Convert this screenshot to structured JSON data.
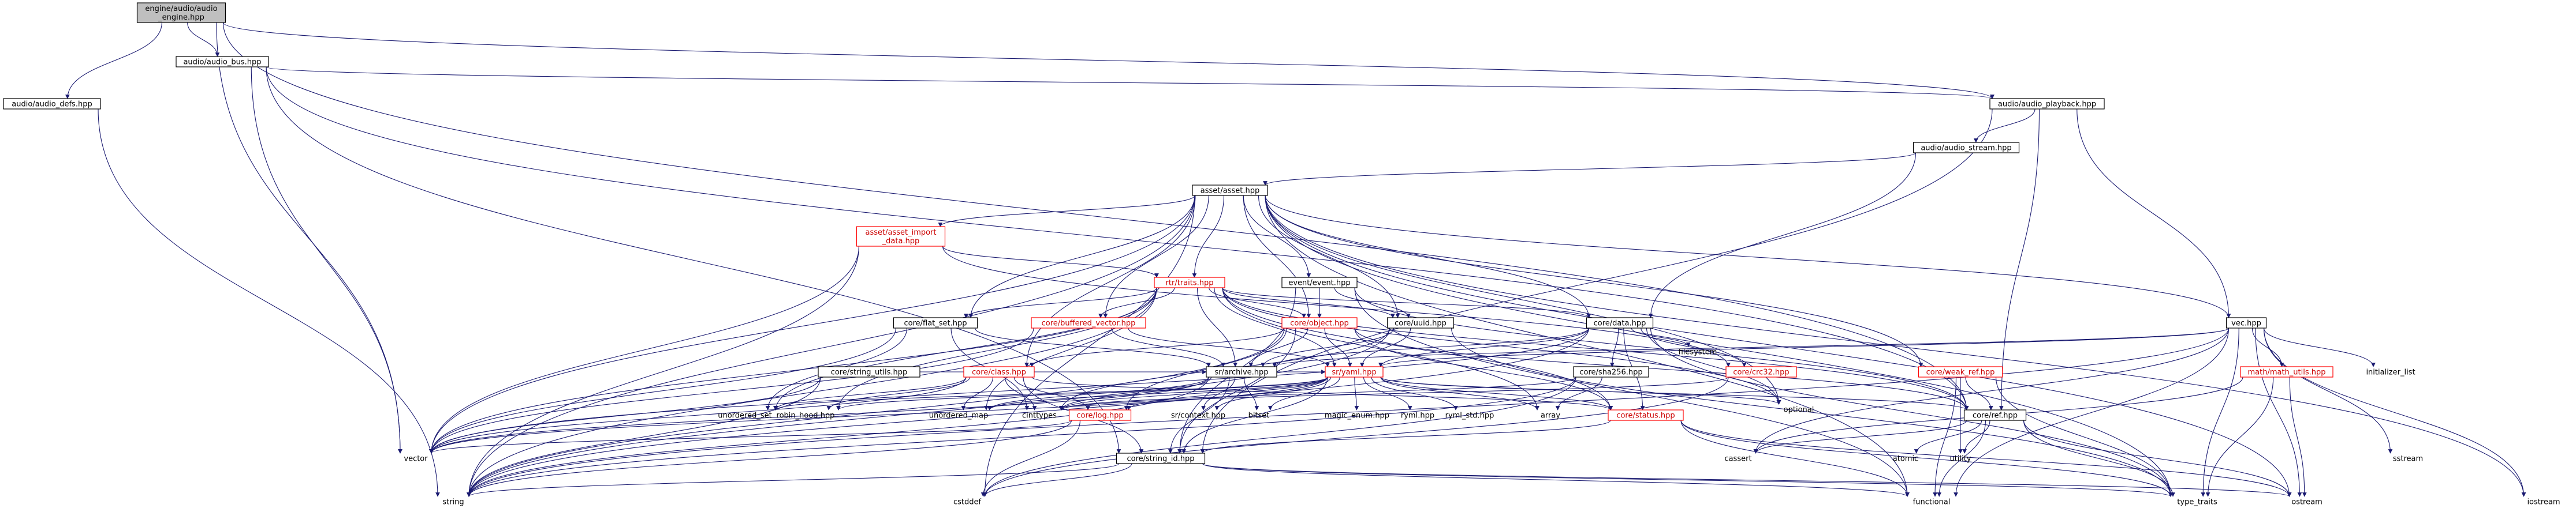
{
  "colors": {
    "edge": "#191970",
    "normal_border": "#000000",
    "normal_fill": "#ffffff",
    "root_fill": "#bfbfbf",
    "trunc_border": "#ff0000",
    "trunc_text": "#cc0000",
    "text": "#000000"
  },
  "nodes": [
    {
      "id": "root",
      "label": "engine/audio/audio\n_engine.hpp",
      "style": "root"
    },
    {
      "id": "defs",
      "label": "audio/audio_defs.hpp",
      "style": "normal"
    },
    {
      "id": "bus",
      "label": "audio/audio_bus.hpp",
      "style": "normal"
    },
    {
      "id": "playback",
      "label": "audio/audio_playback.hpp",
      "style": "normal"
    },
    {
      "id": "stream",
      "label": "audio/audio_stream.hpp",
      "style": "normal"
    },
    {
      "id": "asset",
      "label": "asset/asset.hpp",
      "style": "normal"
    },
    {
      "id": "asset_import",
      "label": "asset/asset_import\n_data.hpp",
      "style": "trunc"
    },
    {
      "id": "traits",
      "label": "rtr/traits.hpp",
      "style": "trunc"
    },
    {
      "id": "event",
      "label": "event/event.hpp",
      "style": "normal"
    },
    {
      "id": "flat_set",
      "label": "core/flat_set.hpp",
      "style": "normal"
    },
    {
      "id": "buffered_vector",
      "label": "core/buffered_vector.hpp",
      "style": "trunc"
    },
    {
      "id": "object",
      "label": "core/object.hpp",
      "style": "trunc"
    },
    {
      "id": "uuid",
      "label": "core/uuid.hpp",
      "style": "normal"
    },
    {
      "id": "data",
      "label": "core/data.hpp",
      "style": "normal"
    },
    {
      "id": "vec",
      "label": "vec.hpp",
      "style": "normal"
    },
    {
      "id": "string_utils",
      "label": "core/string_utils.hpp",
      "style": "normal"
    },
    {
      "id": "class",
      "label": "core/class.hpp",
      "style": "trunc"
    },
    {
      "id": "archive",
      "label": "sr/archive.hpp",
      "style": "normal"
    },
    {
      "id": "sryaml",
      "label": "sr/yaml.hpp",
      "style": "trunc"
    },
    {
      "id": "sha256",
      "label": "core/sha256.hpp",
      "style": "normal"
    },
    {
      "id": "crc32",
      "label": "core/crc32.hpp",
      "style": "trunc"
    },
    {
      "id": "weak_ref",
      "label": "core/weak_ref.hpp",
      "style": "trunc"
    },
    {
      "id": "math_utils",
      "label": "math/math_utils.hpp",
      "style": "trunc"
    },
    {
      "id": "initializer_list",
      "label": "initializer_list",
      "style": "plain"
    },
    {
      "id": "filesystem",
      "label": "filesystem",
      "style": "plain"
    },
    {
      "id": "unordered_set",
      "label": "unordered_set",
      "style": "plain"
    },
    {
      "id": "robin_hood",
      "label": "robin_hood.hpp",
      "style": "plain"
    },
    {
      "id": "unordered_map",
      "label": "unordered_map",
      "style": "plain"
    },
    {
      "id": "cinttypes",
      "label": "cinttypes",
      "style": "plain"
    },
    {
      "id": "log",
      "label": "core/log.hpp",
      "style": "trunc"
    },
    {
      "id": "srcontext",
      "label": "sr/context.hpp",
      "style": "plain"
    },
    {
      "id": "bitset",
      "label": "bitset",
      "style": "plain"
    },
    {
      "id": "magic_enum",
      "label": "magic_enum.hpp",
      "style": "plain"
    },
    {
      "id": "ryml",
      "label": "ryml.hpp",
      "style": "plain"
    },
    {
      "id": "ryml_std",
      "label": "ryml_std.hpp",
      "style": "plain"
    },
    {
      "id": "array",
      "label": "array",
      "style": "plain"
    },
    {
      "id": "status",
      "label": "core/status.hpp",
      "style": "trunc"
    },
    {
      "id": "optional",
      "label": "optional",
      "style": "plain"
    },
    {
      "id": "ref",
      "label": "core/ref.hpp",
      "style": "normal"
    },
    {
      "id": "vector",
      "label": "vector",
      "style": "plain"
    },
    {
      "id": "string_id",
      "label": "core/string_id.hpp",
      "style": "normal"
    },
    {
      "id": "cassert",
      "label": "cassert",
      "style": "plain"
    },
    {
      "id": "atomic",
      "label": "atomic",
      "style": "plain"
    },
    {
      "id": "utility",
      "label": "utility",
      "style": "plain"
    },
    {
      "id": "sstream",
      "label": "sstream",
      "style": "plain"
    },
    {
      "id": "string",
      "label": "string",
      "style": "plain"
    },
    {
      "id": "cstddef",
      "label": "cstddef",
      "style": "plain"
    },
    {
      "id": "functional",
      "label": "functional",
      "style": "plain"
    },
    {
      "id": "type_traits",
      "label": "type_traits",
      "style": "plain"
    },
    {
      "id": "ostream",
      "label": "ostream",
      "style": "plain"
    },
    {
      "id": "iostream",
      "label": "iostream",
      "style": "plain"
    }
  ],
  "edges": [
    [
      "root",
      "defs"
    ],
    [
      "root",
      "bus"
    ],
    [
      "root",
      "playback"
    ],
    [
      "root",
      "vector"
    ],
    [
      "root",
      "ref"
    ],
    [
      "defs",
      "string"
    ],
    [
      "bus",
      "playback"
    ],
    [
      "bus",
      "vector"
    ],
    [
      "bus",
      "string_id"
    ],
    [
      "bus",
      "ref"
    ],
    [
      "playback",
      "stream"
    ],
    [
      "playback",
      "vec"
    ],
    [
      "playback",
      "ref"
    ],
    [
      "playback",
      "string_id"
    ],
    [
      "stream",
      "asset"
    ],
    [
      "stream",
      "data"
    ],
    [
      "asset",
      "asset_import"
    ],
    [
      "asset",
      "traits"
    ],
    [
      "asset",
      "event"
    ],
    [
      "asset",
      "flat_set"
    ],
    [
      "asset",
      "buffered_vector"
    ],
    [
      "asset",
      "object"
    ],
    [
      "asset",
      "uuid"
    ],
    [
      "asset",
      "data"
    ],
    [
      "asset",
      "class"
    ],
    [
      "asset",
      "weak_ref"
    ],
    [
      "asset",
      "vec"
    ],
    [
      "asset",
      "string"
    ],
    [
      "asset",
      "vector"
    ],
    [
      "asset",
      "cstddef"
    ],
    [
      "asset",
      "optional"
    ],
    [
      "asset",
      "iostream"
    ],
    [
      "asset",
      "ostream"
    ],
    [
      "asset",
      "type_traits"
    ],
    [
      "asset",
      "functional"
    ],
    [
      "asset_import",
      "traits"
    ],
    [
      "asset_import",
      "string"
    ],
    [
      "asset_import",
      "vector"
    ],
    [
      "asset_import",
      "crc32"
    ],
    [
      "traits",
      "archive"
    ],
    [
      "traits",
      "sryaml"
    ],
    [
      "traits",
      "flat_set"
    ],
    [
      "traits",
      "buffered_vector"
    ],
    [
      "traits",
      "object"
    ],
    [
      "traits",
      "uuid"
    ],
    [
      "traits",
      "vector"
    ],
    [
      "traits",
      "string"
    ],
    [
      "traits",
      "unordered_set"
    ],
    [
      "traits",
      "unordered_map"
    ],
    [
      "traits",
      "robin_hood"
    ],
    [
      "traits",
      "array"
    ],
    [
      "traits",
      "optional"
    ],
    [
      "traits",
      "ref"
    ],
    [
      "traits",
      "data"
    ],
    [
      "traits",
      "status"
    ],
    [
      "event",
      "object"
    ],
    [
      "event",
      "uuid"
    ],
    [
      "event",
      "string_id"
    ],
    [
      "event",
      "ref"
    ],
    [
      "event",
      "functional"
    ],
    [
      "flat_set",
      "archive"
    ],
    [
      "flat_set",
      "vector"
    ],
    [
      "flat_set",
      "unordered_set"
    ],
    [
      "flat_set",
      "cinttypes"
    ],
    [
      "buffered_vector",
      "archive"
    ],
    [
      "buffered_vector",
      "sryaml"
    ],
    [
      "buffered_vector",
      "vector"
    ],
    [
      "object",
      "class"
    ],
    [
      "object",
      "archive"
    ],
    [
      "object",
      "sryaml"
    ],
    [
      "object",
      "string_id"
    ],
    [
      "object",
      "ref"
    ],
    [
      "object",
      "string"
    ],
    [
      "object",
      "status"
    ],
    [
      "object",
      "log"
    ],
    [
      "uuid",
      "archive"
    ],
    [
      "uuid",
      "sryaml"
    ],
    [
      "uuid",
      "string"
    ],
    [
      "uuid",
      "cinttypes"
    ],
    [
      "uuid",
      "type_traits"
    ],
    [
      "data",
      "sha256"
    ],
    [
      "data",
      "crc32"
    ],
    [
      "data",
      "filesystem"
    ],
    [
      "data",
      "archive"
    ],
    [
      "data",
      "sryaml"
    ],
    [
      "data",
      "status"
    ],
    [
      "data",
      "optional"
    ],
    [
      "data",
      "string"
    ],
    [
      "data",
      "vector"
    ],
    [
      "data",
      "type_traits"
    ],
    [
      "vec",
      "math_utils"
    ],
    [
      "vec",
      "initializer_list"
    ],
    [
      "vec",
      "sryaml"
    ],
    [
      "vec",
      "archive"
    ],
    [
      "vec",
      "iostream"
    ],
    [
      "vec",
      "sstream"
    ],
    [
      "vec",
      "cassert"
    ],
    [
      "vec",
      "type_traits"
    ],
    [
      "vec",
      "functional"
    ],
    [
      "vec",
      "ostream"
    ],
    [
      "vec",
      "string"
    ],
    [
      "string_utils",
      "vector"
    ],
    [
      "string_utils",
      "string"
    ],
    [
      "string_utils",
      "archive"
    ],
    [
      "class",
      "unordered_map"
    ],
    [
      "class",
      "unordered_set"
    ],
    [
      "class",
      "vector"
    ],
    [
      "class",
      "string_id"
    ],
    [
      "class",
      "log"
    ],
    [
      "class",
      "status"
    ],
    [
      "class",
      "cinttypes"
    ],
    [
      "class",
      "robin_hood"
    ],
    [
      "archive",
      "sryaml"
    ],
    [
      "archive",
      "srcontext"
    ],
    [
      "archive",
      "bitset"
    ],
    [
      "archive",
      "cinttypes"
    ],
    [
      "archive",
      "unordered_map"
    ],
    [
      "archive",
      "vector"
    ],
    [
      "archive",
      "string"
    ],
    [
      "archive",
      "string_id"
    ],
    [
      "sryaml",
      "magic_enum"
    ],
    [
      "sryaml",
      "ryml"
    ],
    [
      "sryaml",
      "ryml_std"
    ],
    [
      "sryaml",
      "array"
    ],
    [
      "sryaml",
      "optional"
    ],
    [
      "sryaml",
      "status"
    ],
    [
      "sryaml",
      "string_id"
    ],
    [
      "sryaml",
      "log"
    ],
    [
      "sryaml",
      "srcontext"
    ],
    [
      "sryaml",
      "bitset"
    ],
    [
      "sryaml",
      "cinttypes"
    ],
    [
      "sryaml",
      "unordered_map"
    ],
    [
      "sryaml",
      "unordered_set"
    ],
    [
      "sryaml",
      "robin_hood"
    ],
    [
      "sryaml",
      "vector"
    ],
    [
      "sryaml",
      "ref"
    ],
    [
      "sha256",
      "array"
    ],
    [
      "sha256",
      "string"
    ],
    [
      "sha256",
      "cstddef"
    ],
    [
      "sha256",
      "cinttypes"
    ],
    [
      "crc32",
      "cstddef"
    ],
    [
      "crc32",
      "cinttypes"
    ],
    [
      "weak_ref",
      "ref"
    ],
    [
      "weak_ref",
      "type_traits"
    ],
    [
      "weak_ref",
      "functional"
    ],
    [
      "weak_ref",
      "utility"
    ],
    [
      "math_utils",
      "type_traits"
    ],
    [
      "math_utils",
      "ostream"
    ],
    [
      "math_utils",
      "cassert"
    ],
    [
      "log",
      "string"
    ],
    [
      "log",
      "cstddef"
    ],
    [
      "log",
      "vector"
    ],
    [
      "status",
      "string_id"
    ],
    [
      "status",
      "functional"
    ],
    [
      "status",
      "ostream"
    ],
    [
      "status",
      "type_traits"
    ],
    [
      "ref",
      "type_traits"
    ],
    [
      "ref",
      "functional"
    ],
    [
      "ref",
      "utility"
    ],
    [
      "ref",
      "atomic"
    ],
    [
      "ref",
      "cassert"
    ],
    [
      "ref",
      "ostream"
    ],
    [
      "string_id",
      "string"
    ],
    [
      "string_id",
      "cstddef"
    ],
    [
      "string_id",
      "functional"
    ],
    [
      "string_id",
      "type_traits"
    ],
    [
      "string_id",
      "ostream"
    ]
  ]
}
